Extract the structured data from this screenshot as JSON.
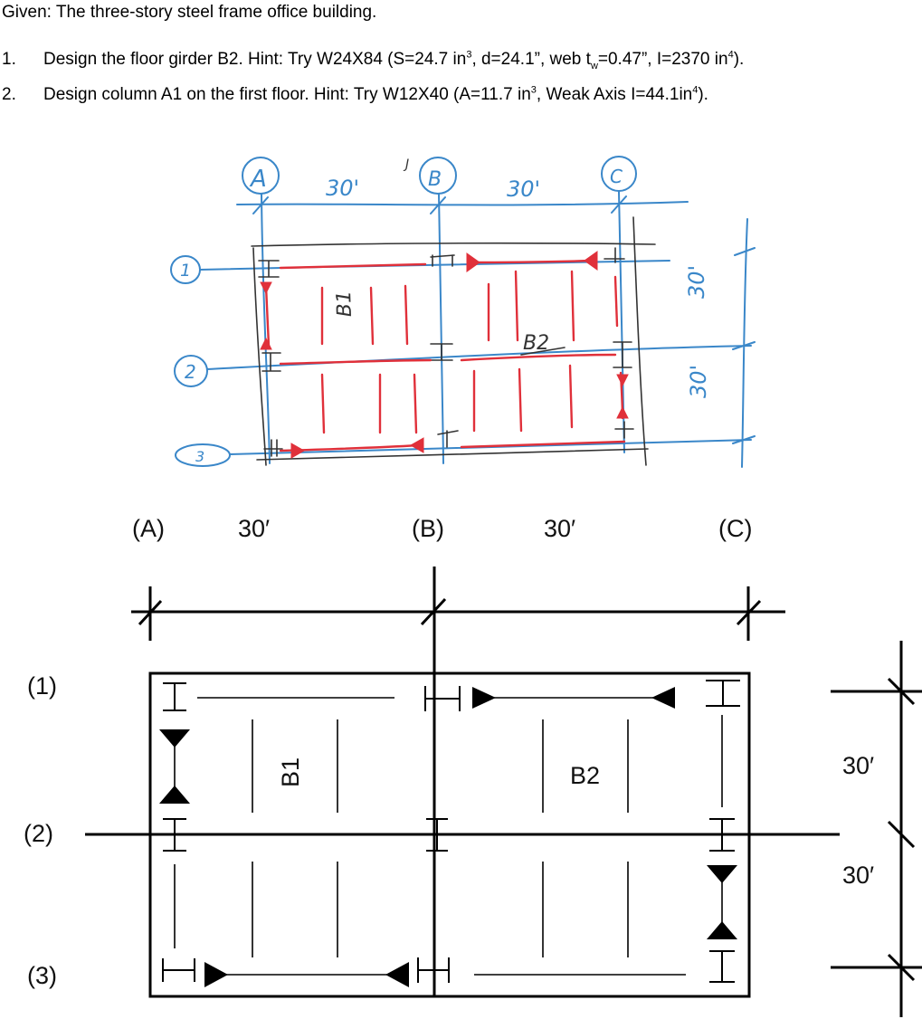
{
  "given": "Given: The three-story steel frame office building.",
  "questions": [
    {
      "num": "1.",
      "pre": "Design the floor girder B2.  Hint: Try W24X84 (S=24.7 in",
      "s1": "3",
      "mid1": ", d=24.1”, web t",
      "sub1": "w",
      "mid2": "=0.47”, I=2370 in",
      "s2": "4",
      "post": ")."
    },
    {
      "num": "2.",
      "pre": "Design column A1 on the first floor. Hint: Try W12X40 (A=11.7 in",
      "s1": "3",
      "mid1": ", Weak Axis I=44.1in",
      "s2": "4",
      "post": ")."
    }
  ],
  "sketch": {
    "grid_cols": [
      "A",
      "B",
      "C"
    ],
    "grid_rows": [
      "1",
      "2",
      "3"
    ],
    "spans_x": [
      "30'",
      "30'"
    ],
    "spans_y": [
      "30'",
      "30'"
    ],
    "beams": [
      "B1",
      "B2"
    ],
    "ink_color": "#3a87c9",
    "weld_color": "#e0303a"
  },
  "drawing": {
    "col_labels": [
      "(A)",
      "(B)",
      "(C)"
    ],
    "row_labels": [
      "(1)",
      "(2)",
      "(3)"
    ],
    "span_top_1": "30′",
    "span_top_2": "30′",
    "span_right_1": "30′",
    "span_right_2": "30′",
    "beam_b1": "B1",
    "beam_b2": "B2"
  }
}
